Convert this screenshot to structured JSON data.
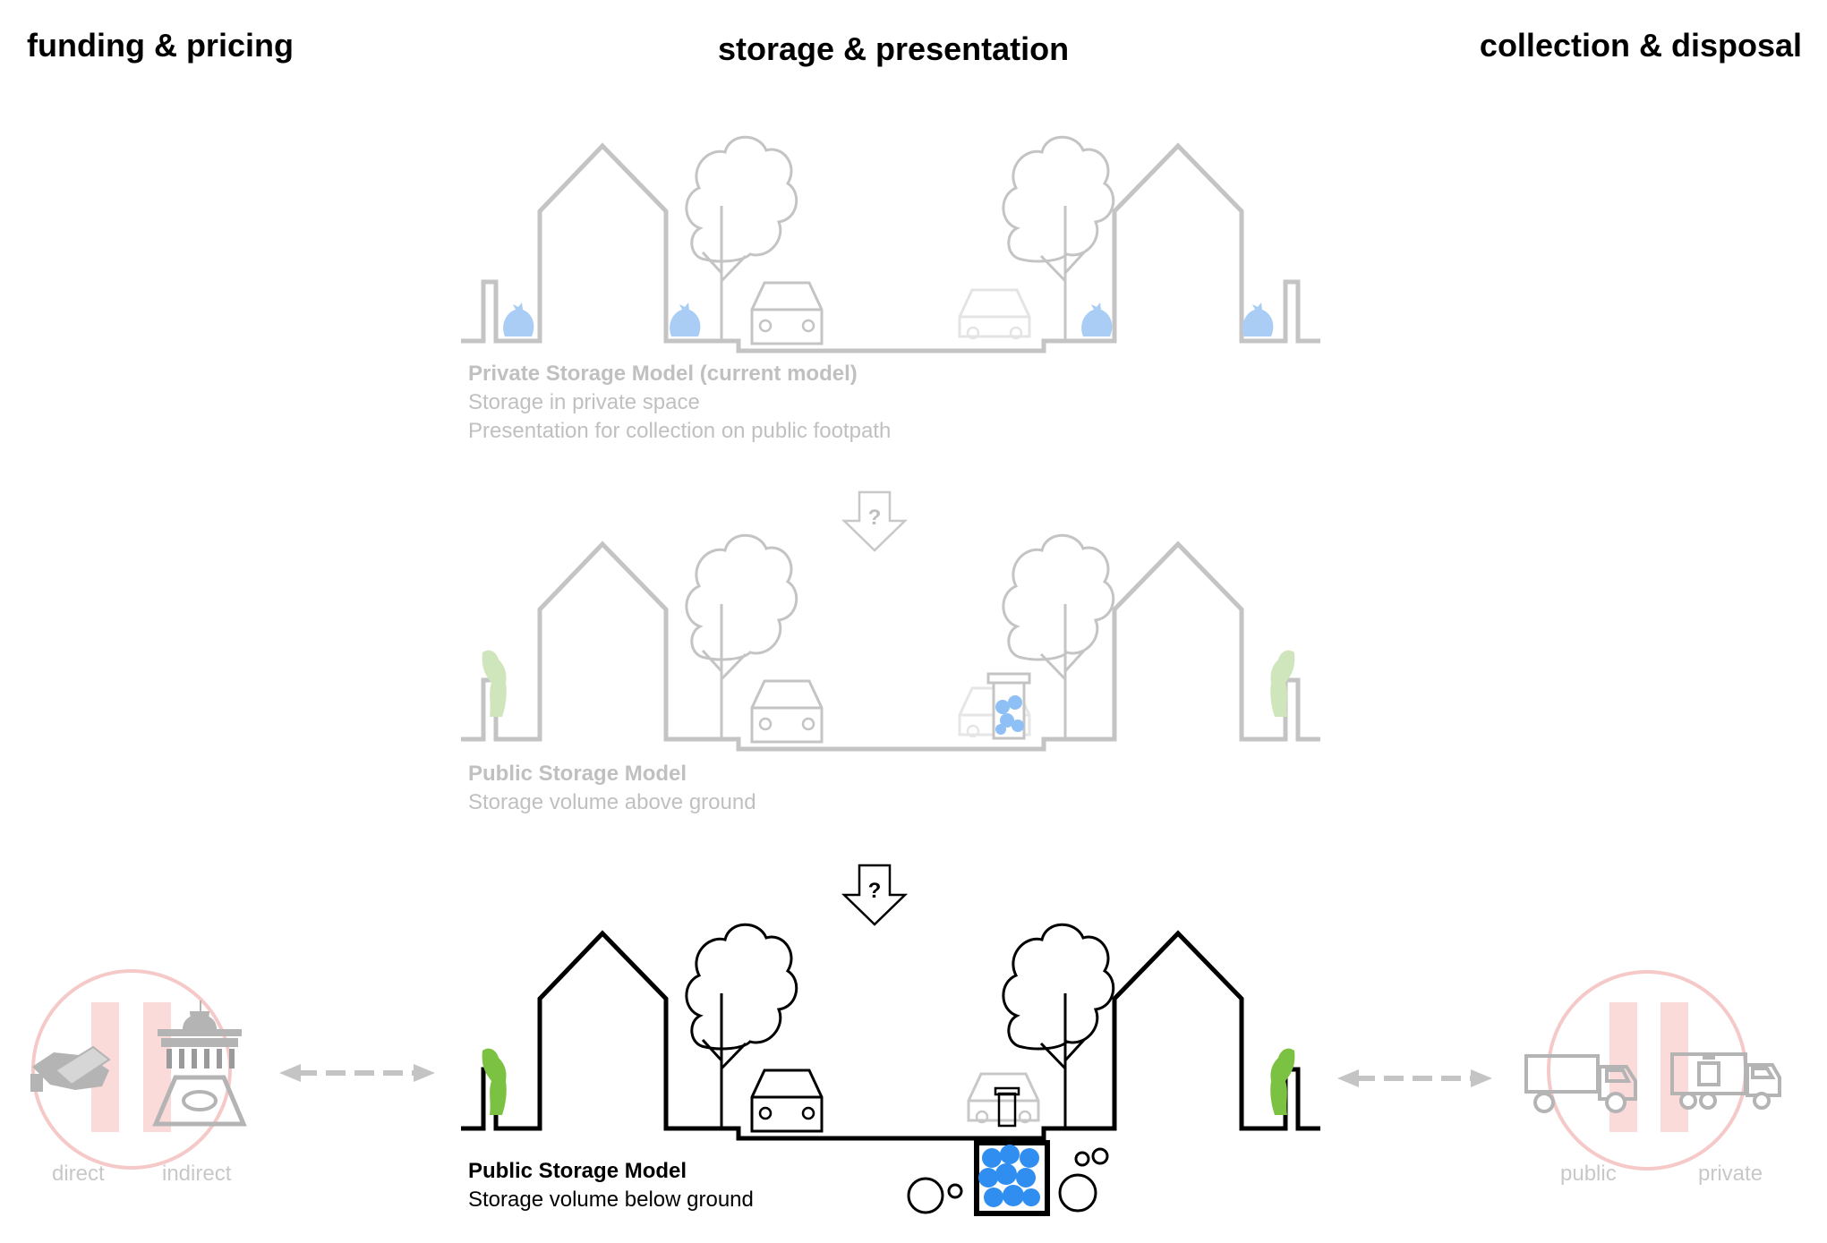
{
  "headers": {
    "left": "funding & pricing",
    "center": "storage & presentation",
    "right": "collection & disposal"
  },
  "models": [
    {
      "title": "Private Storage Model (current model)",
      "lines": [
        "Storage in private space",
        "Presentation for collection on public footpath"
      ]
    },
    {
      "title": "Public Storage Model",
      "lines": [
        "Storage volume above ground"
      ]
    },
    {
      "title": "Public Storage Model",
      "lines": [
        "Storage volume below ground"
      ]
    }
  ],
  "transition_symbol": "?",
  "funding": {
    "left_label": "direct",
    "right_label": "indirect"
  },
  "collection": {
    "left_label": "public",
    "right_label": "private"
  },
  "colors": {
    "active": "#000000",
    "faded": "#c4c4c4",
    "bag_blue": "#2f8ef0",
    "waste_green": "#7cc242",
    "circle_red": "#f2b8b8"
  }
}
